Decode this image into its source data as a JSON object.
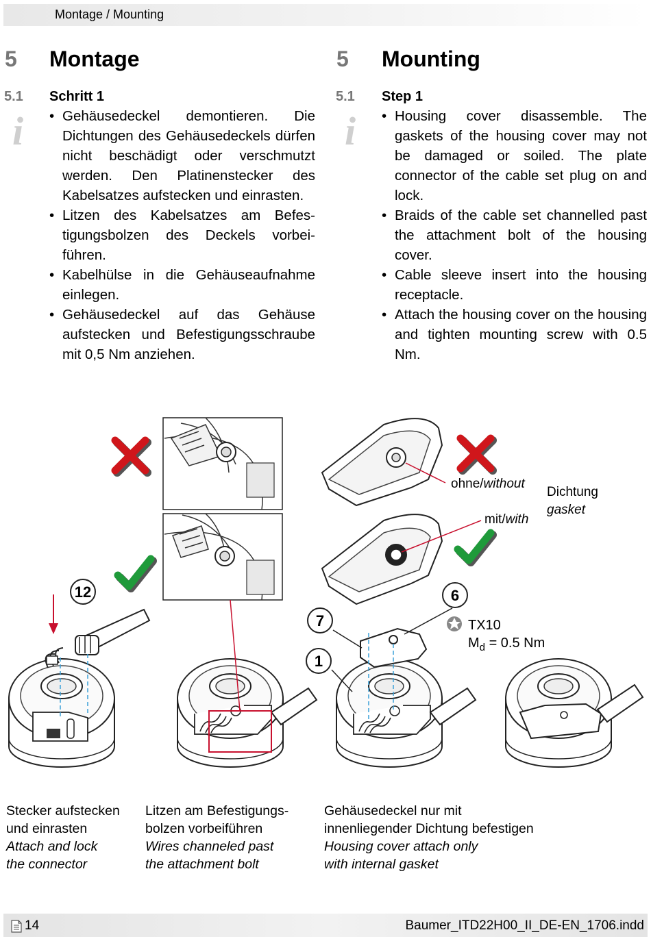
{
  "header": {
    "title": "Montage / Mounting"
  },
  "de": {
    "section_number": "5",
    "section_title": "Montage",
    "sub_number": "5.1",
    "sub_title": "Schritt 1",
    "steps": [
      "Gehäusedeckel demontieren. Die Dichtungen des Gehäusedeckels dürfen nicht beschädigt oder ver­schmutzt werden. Den Platinen­stecker des Kabelsatzes aufste­cken und einrasten.",
      "Litzen des Kabelsatzes am Befes­tigungsbolzen des Deckels vorbei­führen.",
      "Kabelhülse in die Gehäuseaufnah­me einlegen.",
      "Gehäusedeckel auf das Gehäu­se aufstecken und Befestigungs­schraube mit 0,5 Nm anziehen."
    ]
  },
  "en": {
    "section_number": "5",
    "section_title": "Mounting",
    "sub_number": "5.1",
    "sub_title": "Step 1",
    "steps": [
      "Housing cover disassemble. The gaskets of the housing cover may not be damaged or soiled. The plate connector of the cable set plug on and lock.",
      "Braids of the cable set channel­led past the attachment bolt of the housing cover.",
      "Cable sleeve insert into the hou­sing receptacle.",
      "Attach the housing cover on the housing and tighten mounting screw with 0.5 Nm."
    ]
  },
  "figure": {
    "callout_12": "12",
    "callout_7": "7",
    "callout_6": "6",
    "callout_1": "1",
    "label_without_de": "ohne/",
    "label_without_en": "without",
    "label_with_de": "mit/",
    "label_with_en": "with",
    "label_gasket_de": "Dichtung",
    "label_gasket_en": "gasket",
    "tool": "TX10",
    "torque_prefix": "M",
    "torque_sub": "d",
    "torque_value": " = 0.5 Nm",
    "colors": {
      "wrong": "#d0161b",
      "right": "#1f9a3a",
      "leader": "#c8102e",
      "dash": "#3aa0d8"
    },
    "icons": [
      "cross-icon",
      "check-icon",
      "arrow-down-icon",
      "torx-icon"
    ]
  },
  "captions": [
    {
      "de": [
        "Stecker aufstecken",
        "und einrasten"
      ],
      "en": [
        "Attach and lock",
        "the connector"
      ]
    },
    {
      "de": [
        "Litzen am Befestigungs-",
        "bolzen vorbeiführen"
      ],
      "en": [
        "Wires channeled past",
        "the attachment bolt"
      ]
    },
    {
      "de": [
        "Gehäusedeckel nur mit",
        "innenliegender Dichtung befestigen"
      ],
      "en": [
        "Housing cover attach only",
        "with internal gasket"
      ]
    }
  ],
  "footer": {
    "page": "14",
    "file": "Baumer_ITD22H00_II_DE-EN_1706.indd"
  }
}
